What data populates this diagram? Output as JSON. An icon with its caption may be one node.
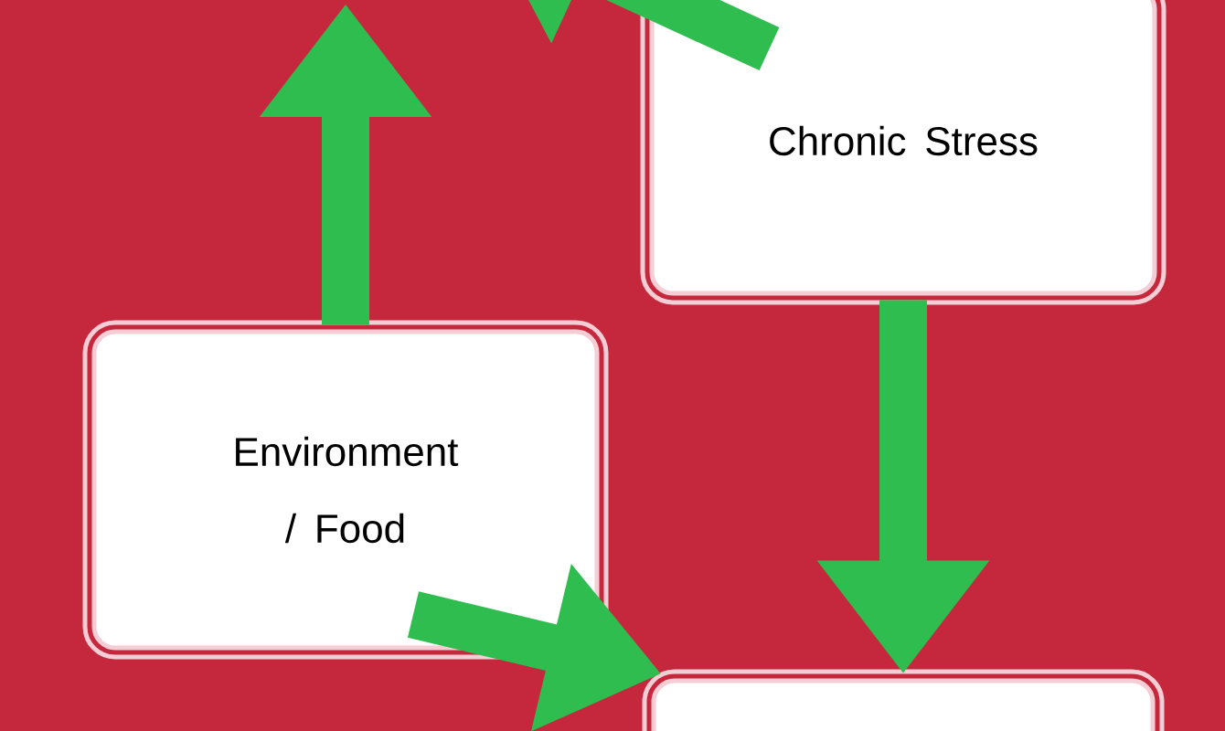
{
  "diagram": {
    "nodes": [
      {
        "text": [
          "Chronic Stress"
        ]
      },
      {
        "text": [
          "Environment / Food"
        ]
      },
      {
        "text": [],
        "shape": "box"
      }
    ],
    "edges": [
      {
        "from": 1,
        "to": null,
        "arrow": "to"
      },
      {
        "from": 0,
        "to": null,
        "arrow": "to"
      },
      {
        "from": 0,
        "to": 2,
        "arrow": "to"
      },
      {
        "from": 1,
        "to": 2,
        "arrow": "to"
      }
    ]
  }
}
